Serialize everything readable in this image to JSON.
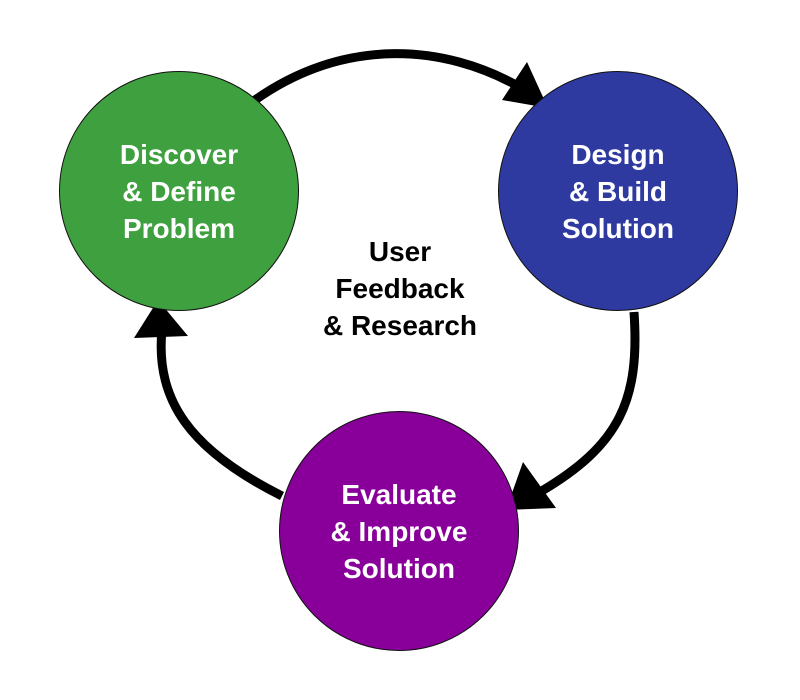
{
  "diagram": {
    "nodes": [
      {
        "id": "discover",
        "lines": [
          "Discover",
          "& Define",
          "Problem"
        ],
        "color": "#3fa03f"
      },
      {
        "id": "design",
        "lines": [
          "Design",
          "& Build",
          "Solution"
        ],
        "color": "#2e3aa0"
      },
      {
        "id": "evaluate",
        "lines": [
          "Evaluate",
          "& Improve",
          "Solution"
        ],
        "color": "#880099"
      }
    ],
    "center": {
      "lines": [
        "User",
        "Feedback",
        "& Research"
      ]
    },
    "cycle": [
      "discover",
      "design",
      "evaluate",
      "discover"
    ],
    "arrow_color": "#000000"
  }
}
